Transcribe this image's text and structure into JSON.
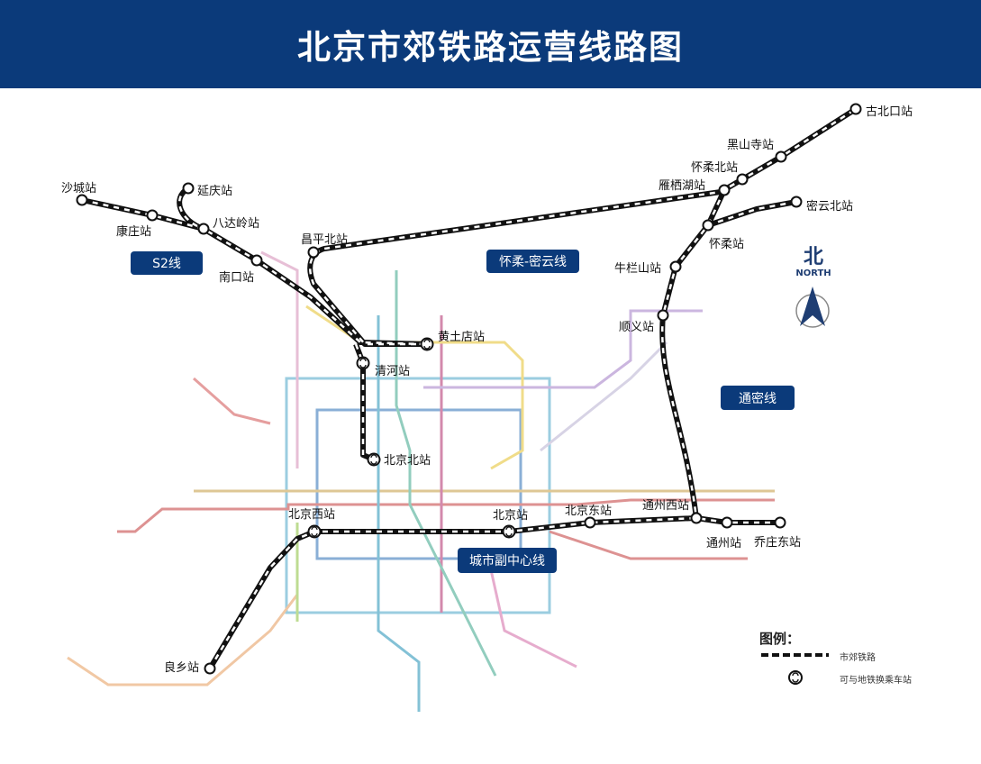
{
  "title": "北京市郊铁路运营线路图",
  "lines": [
    {
      "name": "S2线"
    },
    {
      "name": "怀柔-密云线"
    },
    {
      "name": "通密线"
    },
    {
      "name": "城市副中心线"
    }
  ],
  "stations": {
    "shacheng": "沙城站",
    "kangzhuang": "康庄站",
    "yanqing": "延庆站",
    "badaling": "八达岭站",
    "nankou": "南口站",
    "changpingbei": "昌平北站",
    "huangtudian": "黄土店站",
    "qinghe": "清河站",
    "beijingbei": "北京北站",
    "gubeikou": "古北口站",
    "heishansi": "黑山寺站",
    "huairoubei": "怀柔北站",
    "yanqihu": "雁栖湖站",
    "miyunbei": "密云北站",
    "huairou": "怀柔站",
    "niulanshan": "牛栏山站",
    "shunyi": "顺义站",
    "beijingxi": "北京西站",
    "beijing": "北京站",
    "beijingdong": "北京东站",
    "tongzhouxi": "通州西站",
    "tongzhou": "通州站",
    "qiaozhuangdong": "乔庄东站",
    "liangxiang": "良乡站"
  },
  "compass": {
    "char": "北",
    "label": "NORTH"
  },
  "legend": {
    "title": "图例：",
    "rail": "市郊铁路",
    "interchange": "可与地铁换乘车站"
  },
  "colors": {
    "header": "#0b3a7a",
    "rail": "#111111"
  }
}
